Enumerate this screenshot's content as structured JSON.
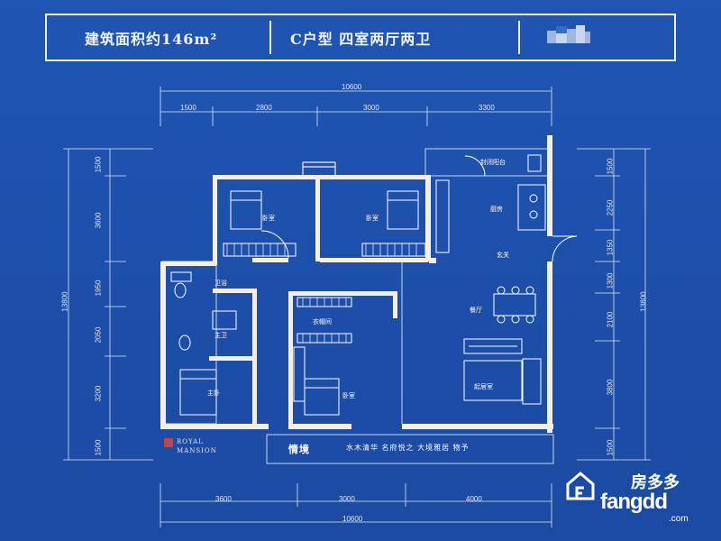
{
  "header": {
    "area_text": "建筑面积约146m²",
    "type_text": "C户型  四室两厅两卫"
  },
  "dimensions": {
    "top_total": "10600",
    "top_segments": [
      "1500",
      "2800",
      "3000",
      "3300"
    ],
    "bottom_segments": [
      "3600",
      "3000",
      "4000"
    ],
    "bottom_total": "10600",
    "left_total": "13800",
    "left_segments": [
      "1500",
      "3600",
      "1950",
      "2050",
      "3200",
      "1500"
    ],
    "right_total": "13800",
    "right_segments": [
      "1500",
      "2250",
      "1350",
      "1300",
      "2100",
      "3800",
      "1500"
    ]
  },
  "rooms": {
    "balcony": "封闭阳台",
    "bedroom_1": "卧室",
    "bedroom_2": "卧室",
    "kitchen": "厨房",
    "entrance": "玄关",
    "bathroom": "卫浴",
    "closet": "衣帽间",
    "master_bath": "主卫",
    "dining": "餐厅",
    "living": "起居室",
    "master_bedroom": "主卧",
    "bedroom_3": "卧室"
  },
  "brand": {
    "line1": "ROYAL",
    "line2": "MANSION"
  },
  "slogan": {
    "left": "情境",
    "right": "水木清华 名府悦之 大境雅居 物予"
  },
  "watermark": {
    "cn": "房多多",
    "en": "fangdd",
    "com": ".com"
  },
  "colors": {
    "background": "#1d4fa8",
    "wall": "#f4efe3",
    "line": "#e6ecf7"
  }
}
